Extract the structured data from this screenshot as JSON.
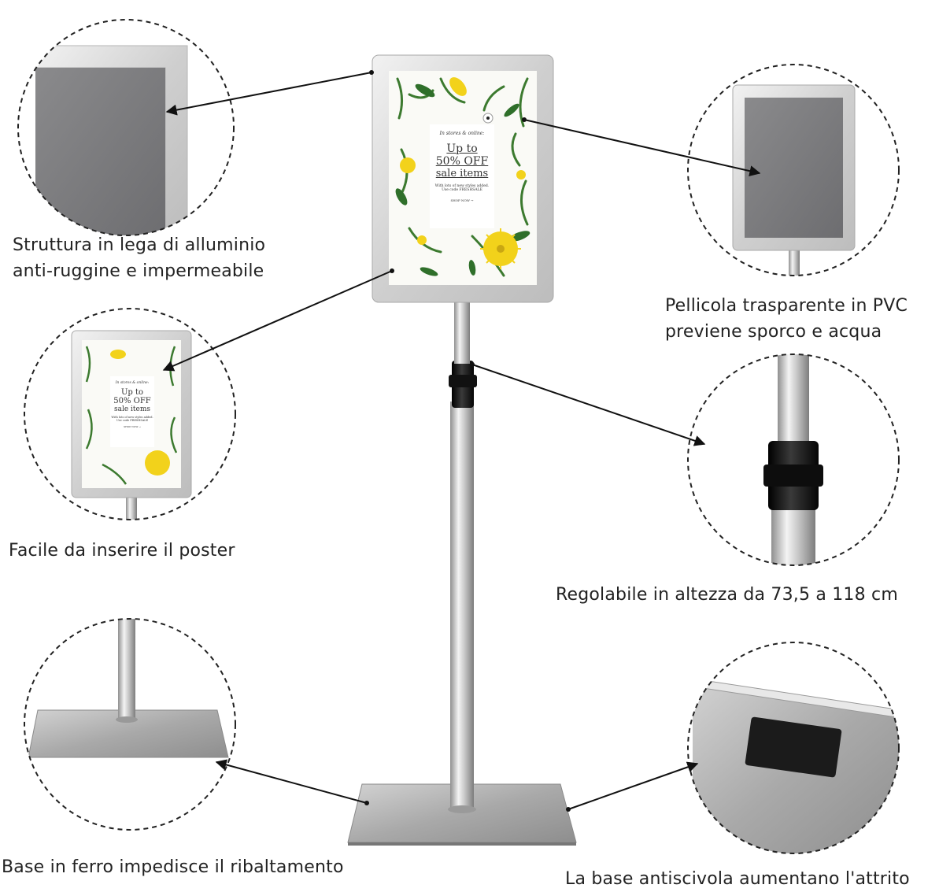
{
  "features": {
    "aluminum": {
      "line1": "Struttura in lega di alluminio",
      "line2": "anti-ruggine e impermeabile"
    },
    "pvc": {
      "line1": "Pellicola trasparente in PVC",
      "line2": "previene sporco e acqua"
    },
    "poster": {
      "line1": "Facile da inserire il poster"
    },
    "height": {
      "line1": "Regolabile in altezza da 73,5 a 118 cm"
    },
    "base": {
      "line1": "Base in ferro impedisce il ribaltamento"
    },
    "antislip": {
      "line1": "La base antiscivola aumentano l'attrito"
    }
  },
  "poster": {
    "intro": "In stores & online:",
    "line1": "Up to",
    "line2": "50% OFF",
    "line3": "sale items",
    "sub1": "With lots of new styles added.",
    "sub2": "Use code FRESHSALE",
    "cta": "SHOP NOW →"
  },
  "colors": {
    "frame": "#d9d9d9",
    "steel": "#b8b8b8",
    "insert": "#7a7a7c",
    "clamp": "#1a1a1a",
    "accent_flower": "#f2d21b"
  }
}
